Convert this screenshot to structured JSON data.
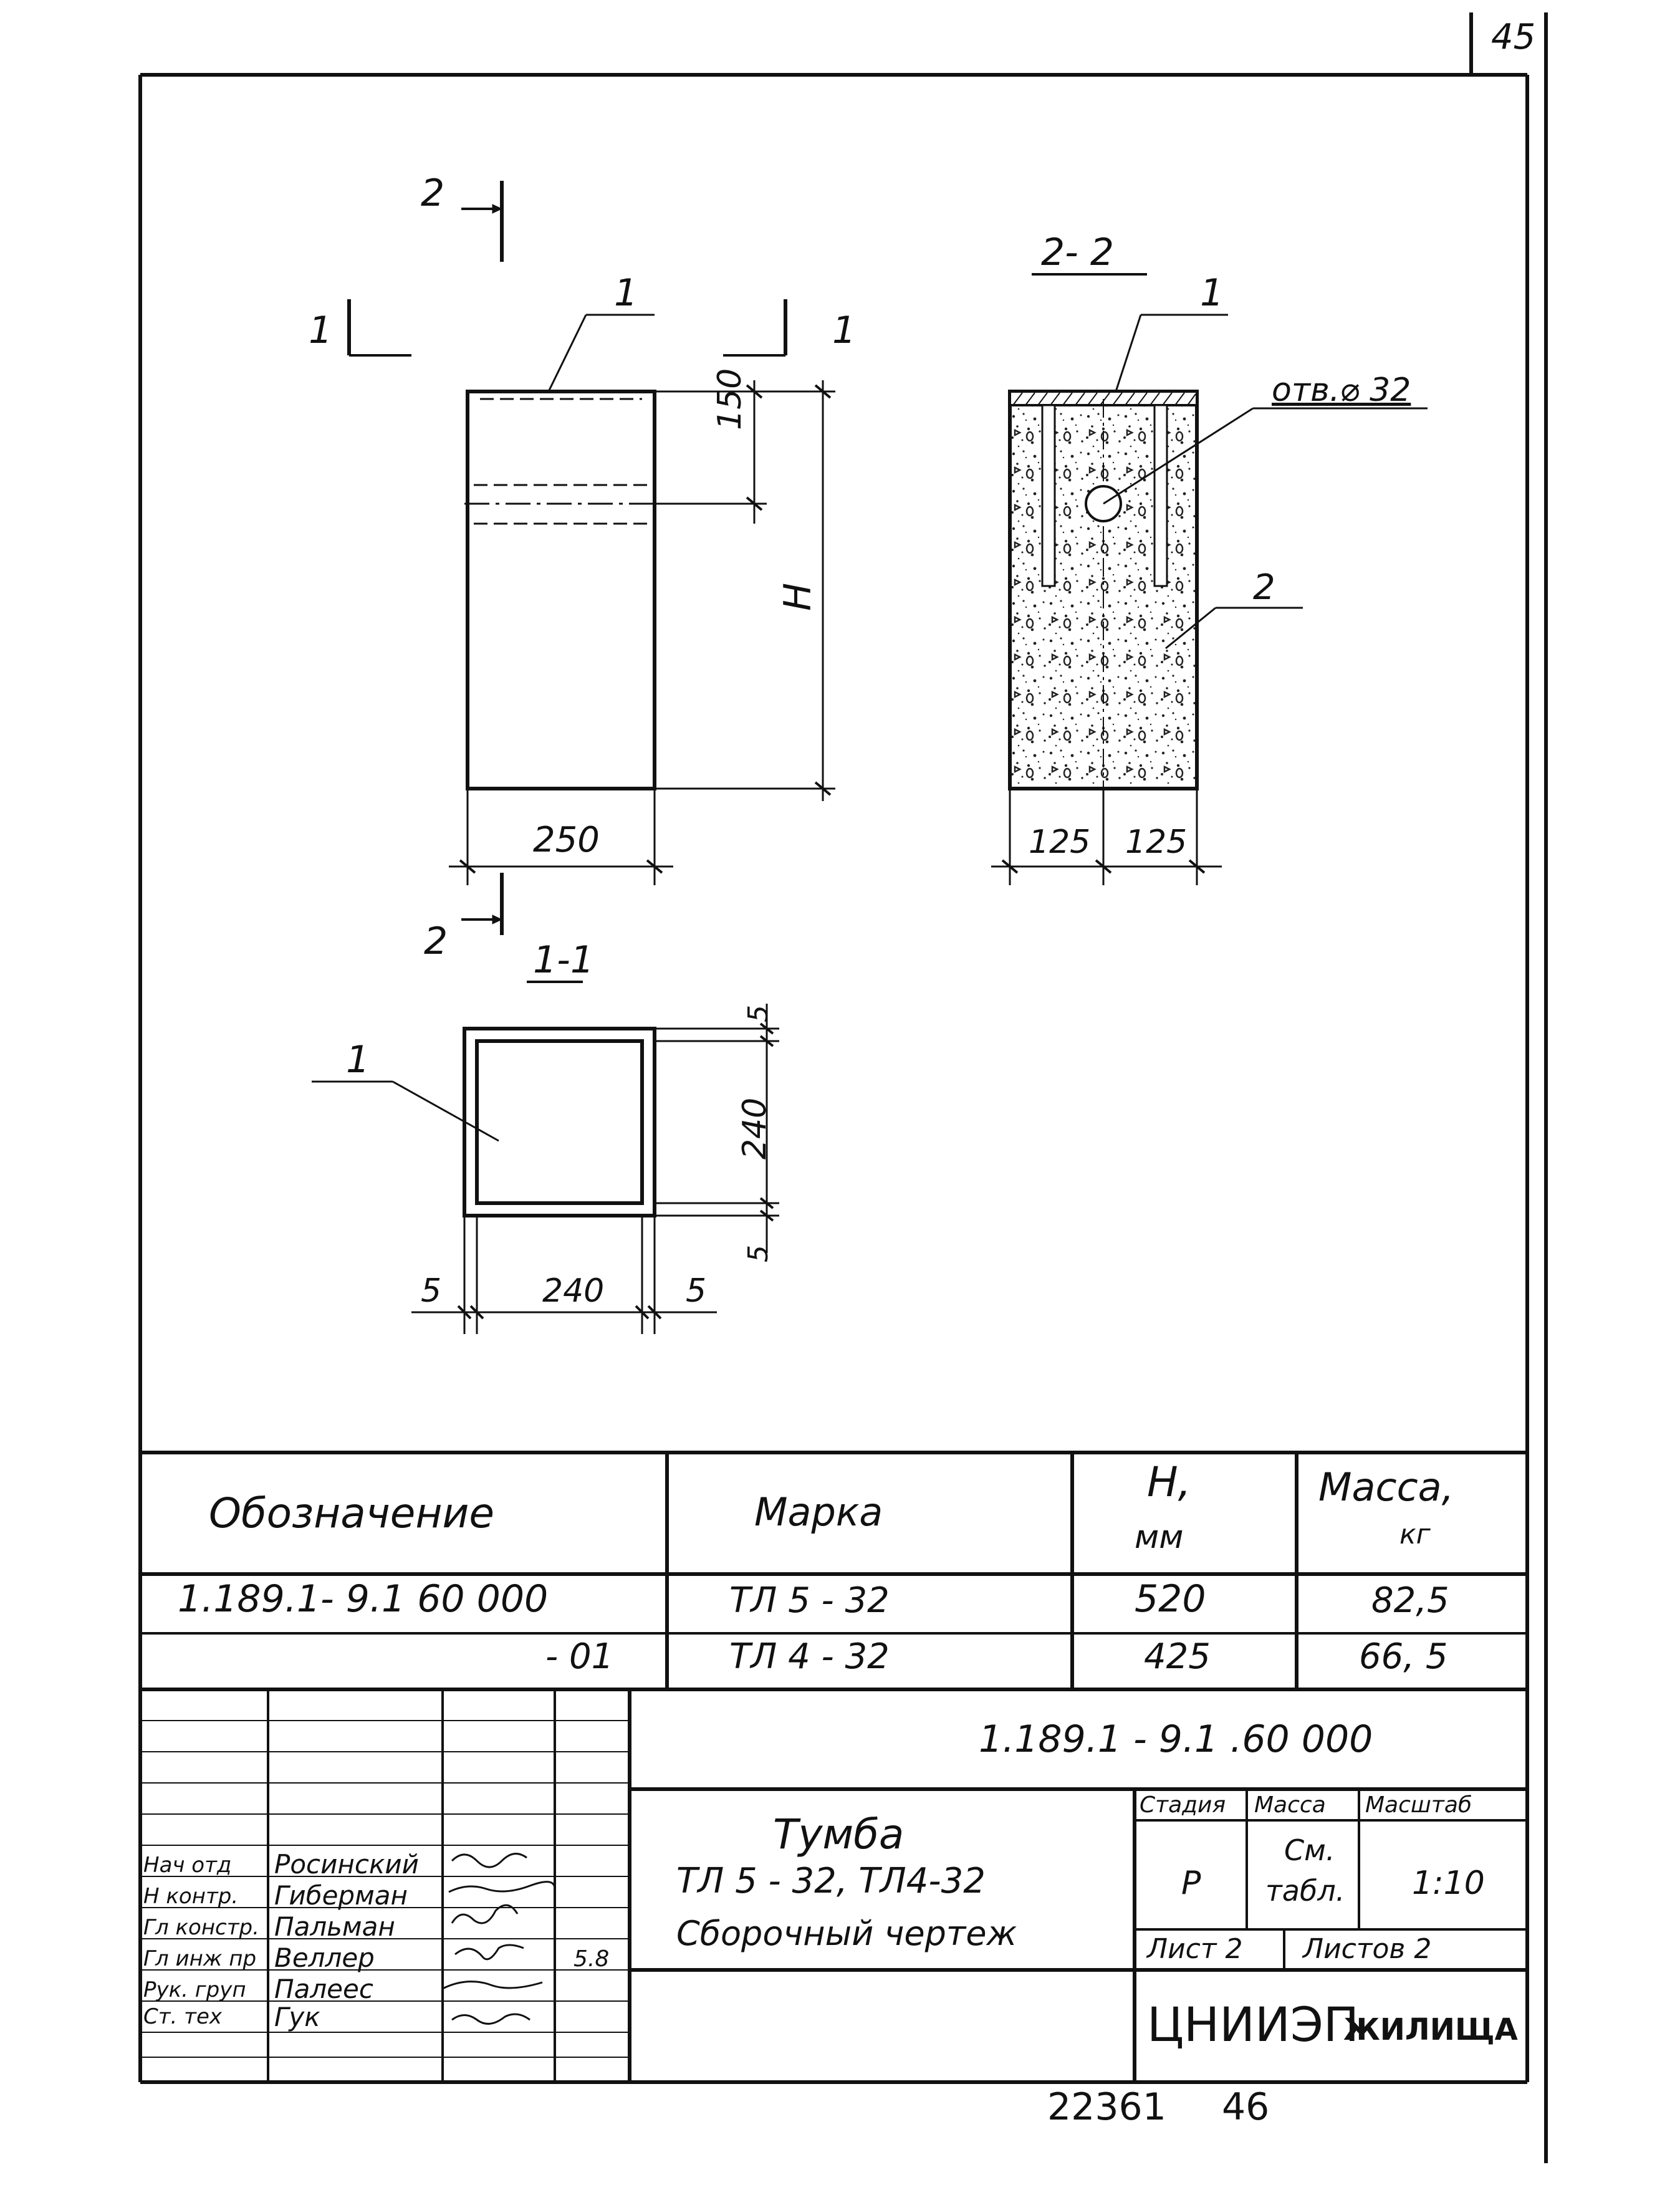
{
  "sheet": {
    "corner_page": "45",
    "footer_left": "22361",
    "footer_right": "46"
  },
  "views": {
    "front": {
      "section_2_top": "2",
      "section_2_bottom": "2",
      "section_1_left": "1",
      "section_1_right": "1",
      "leader_1": "1",
      "dim_150": "150",
      "dim_H": "H",
      "dim_250": "250"
    },
    "section_2_2": {
      "title": "2- 2",
      "leader_1": "1",
      "leader_2": "2",
      "hole_label": "отв.⌀ 32",
      "dim_left": "125",
      "dim_right": "125"
    },
    "section_1_1": {
      "title": "1-1",
      "leader_1": "1",
      "dim_top5": "5",
      "dim_240v": "240",
      "dim_bot5": "5",
      "dim_left5": "5",
      "dim_240h": "240",
      "dim_right5": "5"
    }
  },
  "spec_table": {
    "headers": [
      "Обозначение",
      "Марка",
      "H,",
      "мм",
      "Масса,",
      "кг"
    ],
    "rows": [
      {
        "designation": "1.189.1- 9.1   60 000",
        "mark": "ТЛ 5 - 32",
        "h": "520",
        "mass": "82,5"
      },
      {
        "designation": "- 01",
        "mark": "ТЛ 4 - 32",
        "h": "425",
        "mass": "66, 5"
      }
    ]
  },
  "title_block": {
    "doc_code": "1.189.1 - 9.1 .60 000",
    "name_line1": "Тумба",
    "name_line2": "ТЛ 5 - 32,   ТЛ4-32",
    "name_line3": "Сборочный  чертеж",
    "stage_header": "Стадия",
    "mass_header": "Масса",
    "scale_header": "Масштаб",
    "stage_value": "Р",
    "mass_value_1": "См.",
    "mass_value_2": "табл.",
    "scale_value": "1:10",
    "sheet_label": "Лист 2",
    "sheets_label": "Листов 2",
    "org_big": "ЦНИИЭП",
    "org_small": "ЖИЛИЩА",
    "signatories": [
      {
        "role": "Нач отд",
        "name": "Росинский"
      },
      {
        "role": "Н контр.",
        "name": "Гиберман"
      },
      {
        "role": "Гл констр.",
        "name": "Пальман"
      },
      {
        "role": "Гл инж пр",
        "name": "Веллер"
      },
      {
        "role": "Рук. груп",
        "name": "Палеес"
      },
      {
        "role": "Ст. тех",
        "name": "Гук"
      }
    ],
    "date_fragment": "5.8"
  }
}
